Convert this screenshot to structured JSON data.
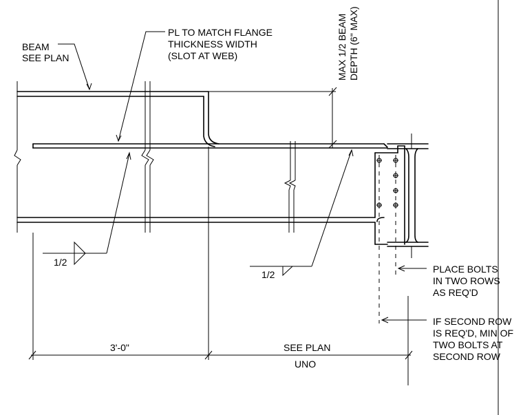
{
  "labels": {
    "beam_line1": "BEAM",
    "beam_line2": "SEE PLAN",
    "plate_line1": "PL TO MATCH FLANGE",
    "plate_line2": "THICKNESS WIDTH",
    "plate_line3": "(SLOT AT WEB)",
    "max_line1": "MAX 1/2 BEAM",
    "max_line2": "DEPTH (6\" MAX)",
    "weld_left": "1/2",
    "weld_right": "1/2",
    "bolts_line1": "PLACE BOLTS",
    "bolts_line2": "IN TWO ROWS",
    "bolts_line3": "AS REQ'D",
    "second_line1": "IF SECOND ROW",
    "second_line2": "IS REQ'D, MIN OF",
    "second_line3": "TWO BOLTS AT",
    "second_line4": "SECOND ROW",
    "dim_left": "3'-0\"",
    "dim_right_top": "SEE PLAN",
    "dim_right_bottom": "UNO"
  }
}
